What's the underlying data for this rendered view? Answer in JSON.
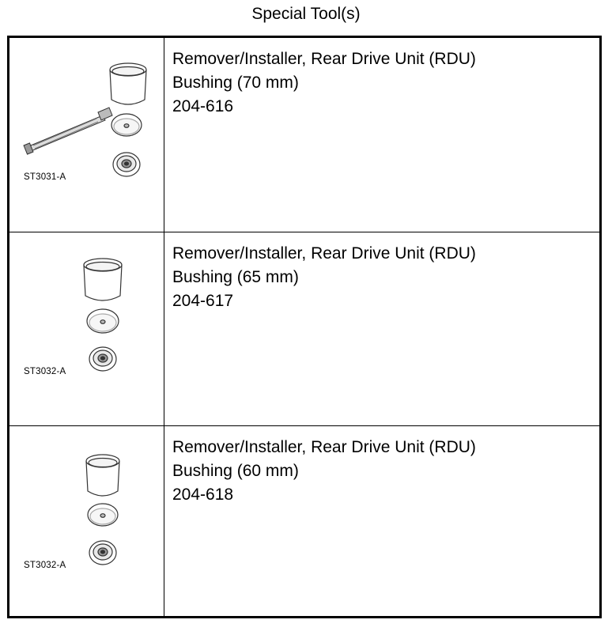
{
  "page": {
    "title": "Special Tool(s)"
  },
  "tools": [
    {
      "figure_code": "ST3031-A",
      "name_line1": "Remover/Installer, Rear Drive Unit (RDU)",
      "name_line2": "Bushing (70 mm)",
      "part_number": "204-616"
    },
    {
      "figure_code": "ST3032-A",
      "name_line1": "Remover/Installer, Rear Drive Unit (RDU)",
      "name_line2": "Bushing (65 mm)",
      "part_number": "204-617"
    },
    {
      "figure_code": "ST3032-A",
      "name_line1": "Remover/Installer, Rear Drive Unit (RDU)",
      "name_line2": "Bushing (60 mm)",
      "part_number": "204-618"
    }
  ]
}
